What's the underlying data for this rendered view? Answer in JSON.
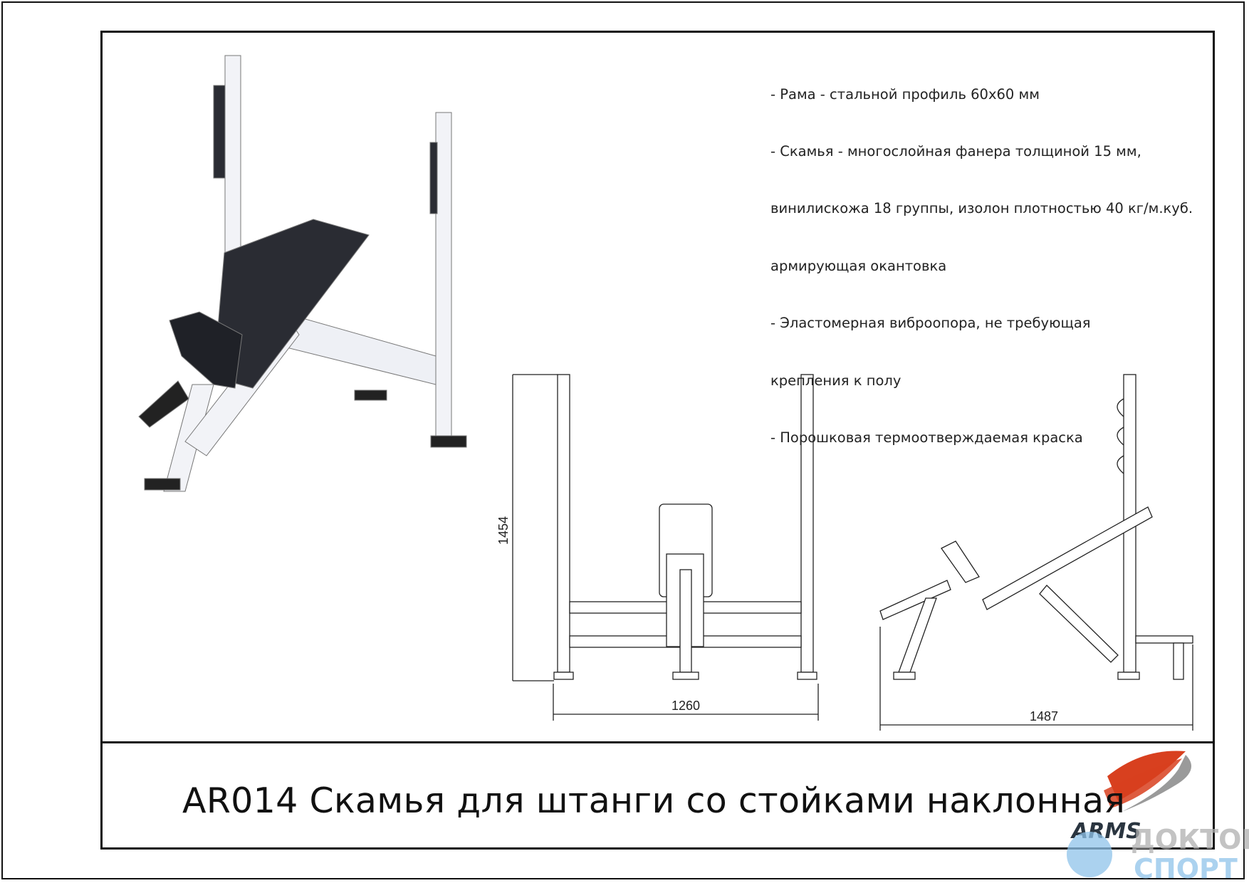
{
  "specs": [
    "- Рама - стальной профиль 60х60 мм",
    "- Скамья - многослойная фанера толщиной 15 мм,",
    "винилискожа 18 группы, изолон плотностью 40 кг/м.куб.",
    "армирующая окантовка",
    "- Эластомерная виброопора, не требующая",
    "крепления к полу",
    "- Порошковая термоотверждаемая краска"
  ],
  "title": "AR014 Скамья для штанги со стойками наклонная",
  "dimensions": {
    "height": "1454",
    "width": "1260",
    "length": "1487"
  },
  "logo": {
    "brand": "ARMS",
    "watermark_line1": "ДОКТОР",
    "watermark_line2": "СПОРТ"
  },
  "colors": {
    "frame": "#f2f3f7",
    "pad": "#2a2c33",
    "logo_red": "#d8401f",
    "logo_gray": "#9a9a9a",
    "watermark_blue": "#8fc3ea"
  }
}
